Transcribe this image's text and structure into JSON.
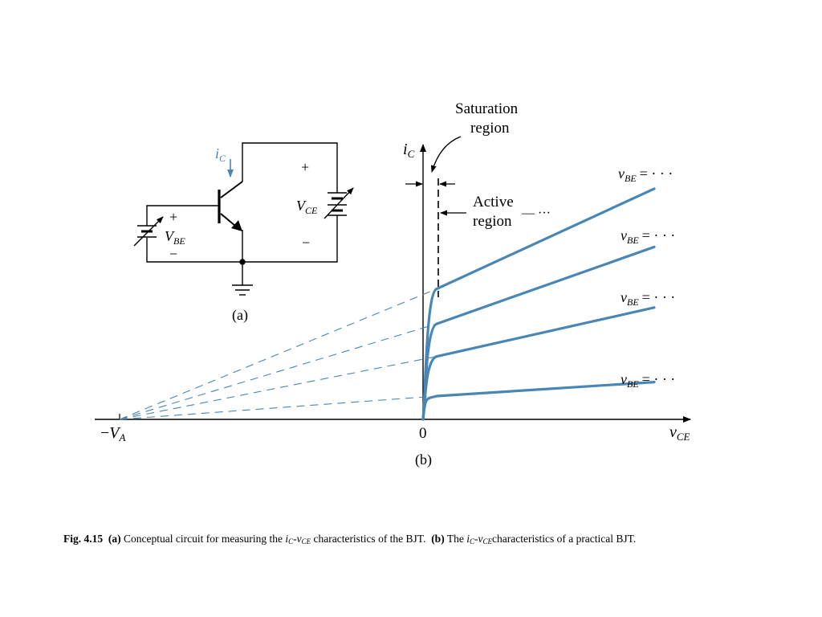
{
  "figure": {
    "circuit": {
      "ic_symbol": "i",
      "ic_subscript": "C",
      "vbe_plus": "+",
      "vbe_minus": "−",
      "vbe_symbol": "V",
      "vbe_subscript": "BE",
      "vce_plus": "+",
      "vce_minus": "−",
      "vce_symbol": "V",
      "vce_subscript": "CE",
      "panel_label": "(a)"
    },
    "plot": {
      "y_axis_symbol": "i",
      "y_axis_subscript": "C",
      "x_axis_symbol": "v",
      "x_axis_subscript": "CE",
      "origin_label": "0",
      "va_label_prefix": "−",
      "va_label_symbol": "V",
      "va_label_subscript": "A",
      "saturation_line1": "Saturation",
      "saturation_line2": "region",
      "active_line1": "Active",
      "active_line2": "region",
      "active_trailing": "— ···",
      "curve_label_symbol": "v",
      "curve_label_subscript": "BE",
      "curve_label_value": "= · · ·",
      "panel_label": "(b)",
      "curve_color": "#4a86b5",
      "curves": [
        {
          "ic_knee": 1.0,
          "ic_end": 1.6
        },
        {
          "ic_knee": 2.7,
          "ic_end": 4.8
        },
        {
          "ic_knee": 4.1,
          "ic_end": 7.4
        },
        {
          "ic_knee": 5.6,
          "ic_end": 9.9
        }
      ]
    }
  },
  "caption": {
    "fig_label": "Fig. 4.15",
    "part_a_label": "(a)",
    "part_a_text": "Conceptual circuit for measuring the",
    "ic_symbol": "i",
    "ic_sub": "C",
    "dash": "-",
    "vce_symbol": "v",
    "vce_sub": "CE",
    "part_a_end": "characteristics of the BJT.",
    "part_b_label": "(b)",
    "part_b_text": "The",
    "part_b_end": "characteristics of a practical BJT."
  }
}
